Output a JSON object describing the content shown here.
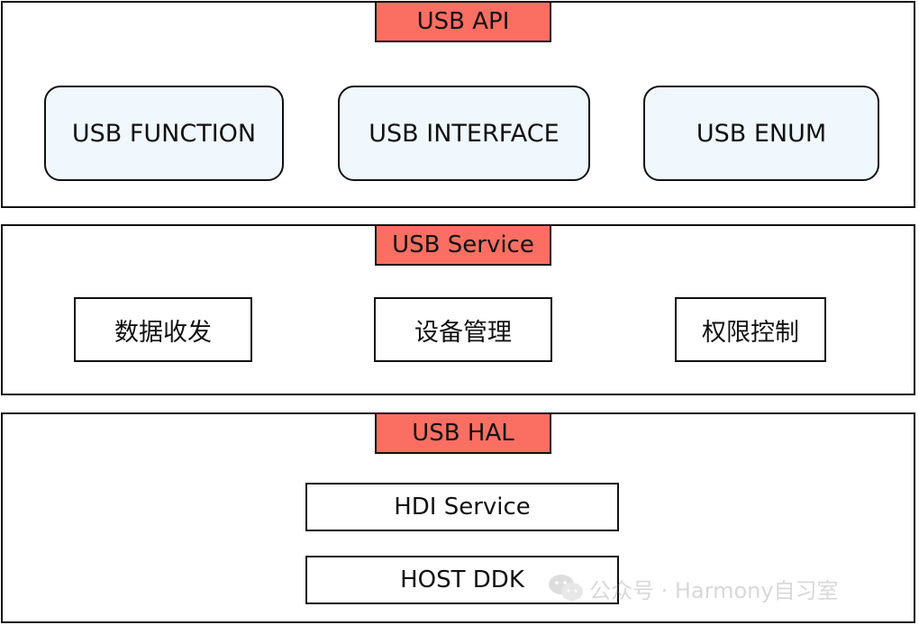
{
  "layers": {
    "api": {
      "header": "USB API",
      "components": [
        "USB FUNCTION",
        "USB INTERFACE",
        "USB ENUM"
      ]
    },
    "service": {
      "header": "USB Service",
      "components": [
        "数据收发",
        "设备管理",
        "权限控制"
      ]
    },
    "hal": {
      "header": "USB HAL",
      "components": [
        "HDI Service",
        "HOST DDK"
      ]
    }
  },
  "watermark": {
    "text": "公众号 · Harmony自习室",
    "icon": "wechat-icon"
  },
  "colors": {
    "header_fill": "#fb6f63",
    "api_box_fill": "#f0f8fd",
    "border": "#111111"
  }
}
